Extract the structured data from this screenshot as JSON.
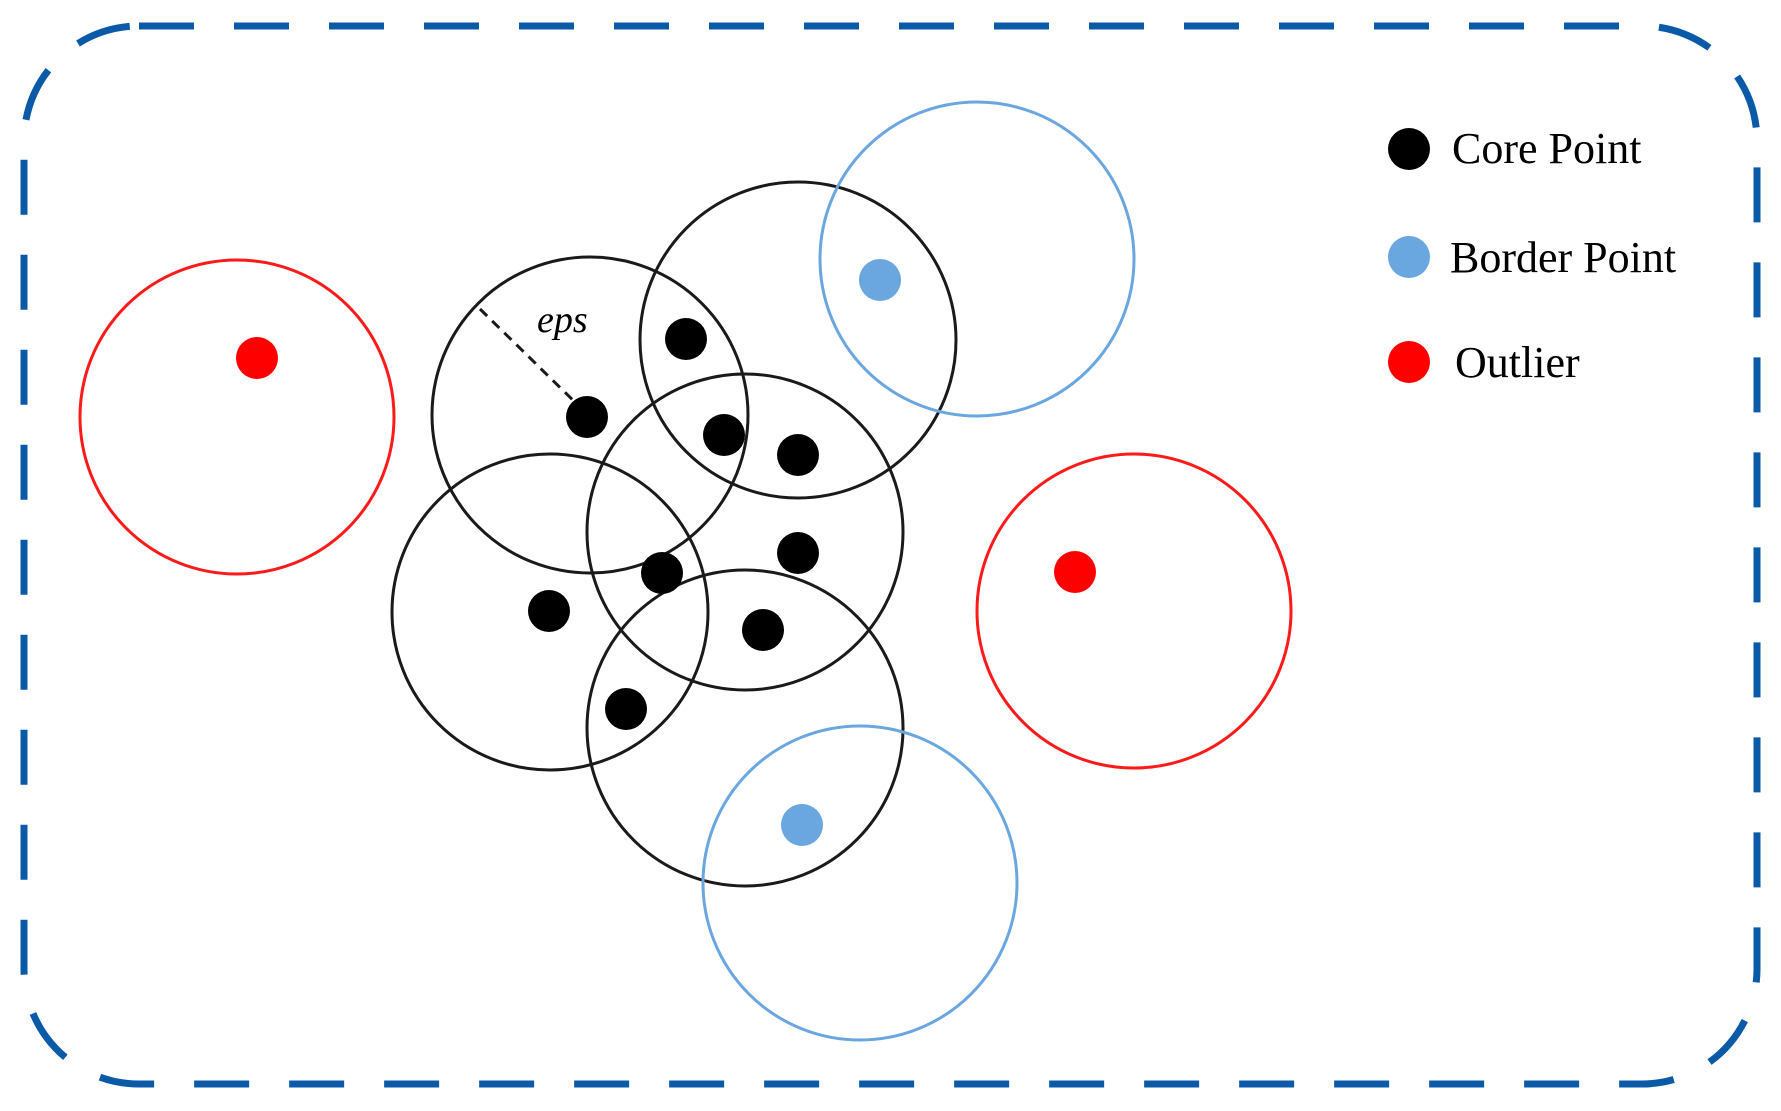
{
  "colors": {
    "frame": "#0a5aa8",
    "core": "#000000",
    "border": "#6aa6df",
    "outlier": "#ff0000",
    "background": "#ffffff"
  },
  "annotation": {
    "eps_label": "eps"
  },
  "legend": {
    "items": [
      {
        "label": "Core Point",
        "type": "core"
      },
      {
        "label": "Border Point",
        "type": "border"
      },
      {
        "label": "Outlier",
        "type": "outlier"
      }
    ]
  }
}
